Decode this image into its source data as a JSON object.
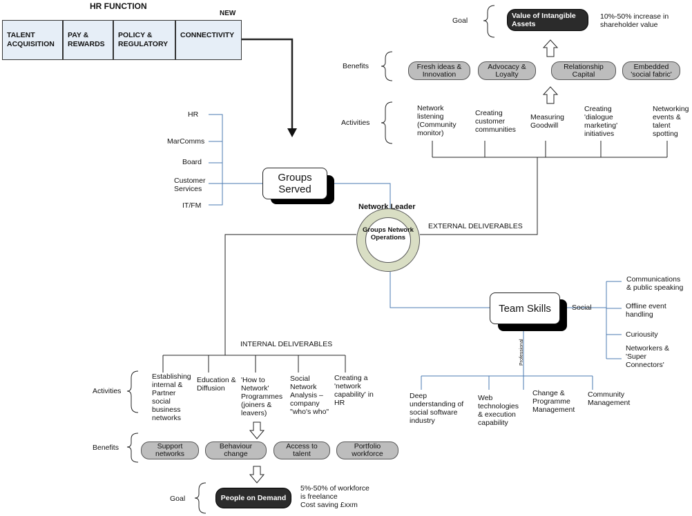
{
  "hr_function": {
    "title": "HR FUNCTION",
    "new_badge": "NEW",
    "cells": [
      "TALENT\nACQUISITION",
      "PAY &\nREWARDS",
      "POLICY &\nREGULATORY",
      "CONNECTIVITY"
    ]
  },
  "groups_served": {
    "title": "Groups\nServed",
    "items": [
      "HR",
      "MarComms",
      "Board",
      "Customer\nServices",
      "IT/FM"
    ]
  },
  "center": {
    "network_leader": "Network Leader",
    "operations": "Groups Network\nOperations",
    "external_label": "EXTERNAL DELIVERABLES",
    "internal_label": "INTERNAL DELIVERABLES"
  },
  "external": {
    "goal_label": "Goal",
    "goal": "Value of Intangible\nAssets",
    "goal_note": "10%-50% increase in\nshareholder value",
    "benefits_label": "Benefits",
    "benefits": [
      "Fresh ideas &\nInnovation",
      "Advocacy &\nLoyalty",
      "Relationship\nCapital",
      "Embedded\n'social fabric'"
    ],
    "activities_label": "Activities",
    "activities": [
      "Network\nlistening\n(Community\nmonitor)",
      "Creating\ncustomer\ncommunities",
      "Measuring\nGoodwill",
      "Creating\n'dialogue\nmarketing'\ninitiatives",
      "Networking\nevents &\ntalent\nspotting"
    ]
  },
  "internal": {
    "activities_label": "Activities",
    "activities": [
      "Establishing\ninternal &\nPartner\nsocial\nbusiness\nnetworks",
      "Education &\nDiffusion",
      "'How to\nNetwork'\nProgrammes\n(joiners &\nleavers)",
      "Social\nNetwork\nAnalysis –\ncompany\n\"who's who\"",
      "Creating a\n'network\ncapability' in\nHR"
    ],
    "benefits_label": "Benefits",
    "benefits": [
      "Support\nnetworks",
      "Behaviour\nchange",
      "Access to\ntalent",
      "Portfolio\nworkforce"
    ],
    "goal_label": "Goal",
    "goal": "People on Demand",
    "goal_note": "5%-50%  of workforce\nis freelance\nCost saving £xxm"
  },
  "team_skills": {
    "title": "Team Skills",
    "social_label": "Social",
    "social": [
      "Communications\n& public speaking",
      "Offline event\nhandling",
      "Curiousity",
      "Networkers &\n'Super\nConnectors'"
    ],
    "professional_label": "Professional",
    "professional": [
      "Deep\nunderstanding of\nsocial software\nindustry",
      "Web\ntechnologies\n& execution\ncapability",
      "Change &\nProgramme\nManagement",
      "Community\nManagement"
    ]
  }
}
